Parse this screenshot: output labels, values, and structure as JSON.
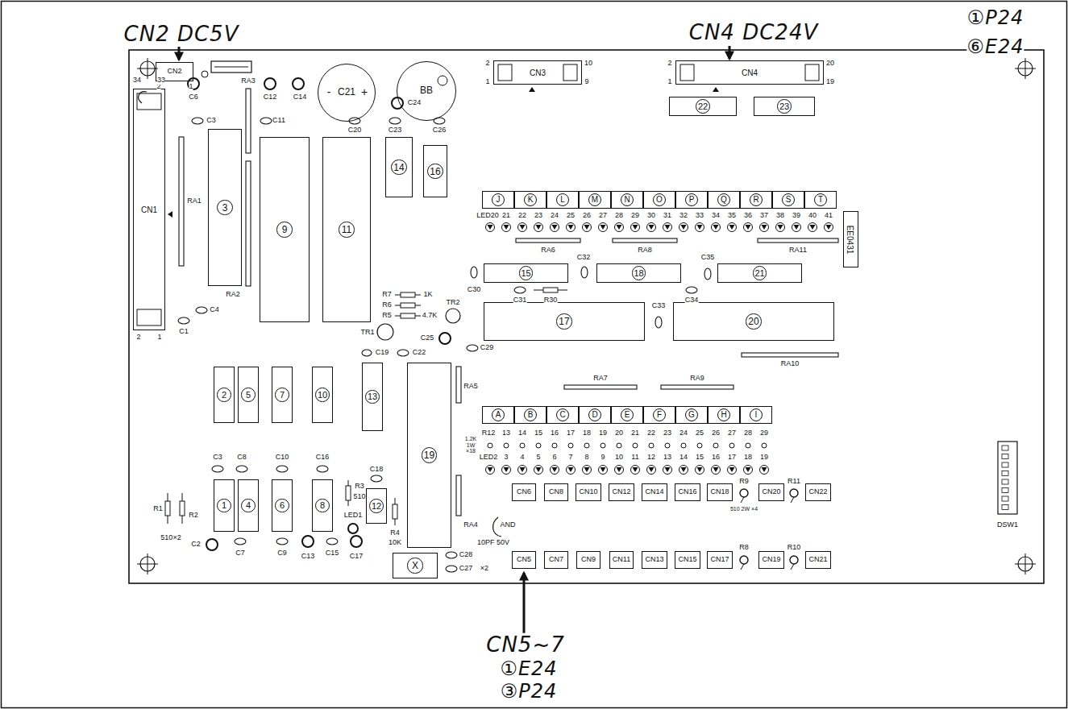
{
  "diagram": {
    "nodes": [
      {
        "text": [
          "CN2"
        ]
      },
      {
        "text": [
          "CN3"
        ]
      },
      {
        "text": [
          "CN4"
        ]
      },
      {
        "text": [
          "C21"
        ]
      },
      {
        "text": [
          "BB"
        ]
      },
      {
        "text": [
          "CN1"
        ]
      },
      {
        "text": [
          "3"
        ]
      },
      {
        "text": [
          "9"
        ]
      },
      {
        "text": [
          "11"
        ]
      },
      {
        "text": [
          "14"
        ]
      },
      {
        "text": [
          "16"
        ]
      },
      {
        "text": [
          "22"
        ]
      },
      {
        "text": [
          "23"
        ]
      },
      {
        "text": [
          "J"
        ]
      },
      {
        "text": [
          "K"
        ]
      },
      {
        "text": [
          "L"
        ]
      },
      {
        "text": [
          "M"
        ]
      },
      {
        "text": [
          "N"
        ]
      },
      {
        "text": [
          "O"
        ]
      },
      {
        "text": [
          "P"
        ]
      },
      {
        "text": [
          "Q"
        ]
      },
      {
        "text": [
          "R"
        ]
      },
      {
        "text": [
          "S"
        ]
      },
      {
        "text": [
          "T"
        ]
      },
      {
        "text": [
          "EE0431"
        ]
      },
      {
        "text": [
          "15"
        ]
      },
      {
        "text": [
          "18"
        ]
      },
      {
        "text": [
          "21"
        ]
      },
      {
        "text": [
          "17"
        ]
      },
      {
        "text": [
          "20"
        ]
      },
      {
        "text": [
          "2"
        ]
      },
      {
        "text": [
          "5"
        ]
      },
      {
        "text": [
          "7"
        ]
      },
      {
        "text": [
          "10"
        ]
      },
      {
        "text": [
          "13"
        ]
      },
      {
        "text": [
          "19"
        ]
      },
      {
        "text": [
          "1"
        ]
      },
      {
        "text": [
          "4"
        ]
      },
      {
        "text": [
          "6"
        ]
      },
      {
        "text": [
          "8"
        ]
      },
      {
        "text": [
          "12"
        ]
      },
      {
        "text": [
          "X"
        ]
      },
      {
        "text": [
          "A"
        ]
      },
      {
        "text": [
          "B"
        ]
      },
      {
        "text": [
          "C"
        ]
      },
      {
        "text": [
          "D"
        ]
      },
      {
        "text": [
          "E"
        ]
      },
      {
        "text": [
          "F"
        ]
      },
      {
        "text": [
          "G"
        ]
      },
      {
        "text": [
          "H"
        ]
      },
      {
        "text": [
          "I"
        ]
      },
      {
        "text": [
          "CN6"
        ]
      },
      {
        "text": [
          "CN8"
        ]
      },
      {
        "text": [
          "CN10"
        ]
      },
      {
        "text": [
          "CN12"
        ]
      },
      {
        "text": [
          "CN14"
        ]
      },
      {
        "text": [
          "CN16"
        ]
      },
      {
        "text": [
          "CN18"
        ]
      },
      {
        "text": [
          "CN20"
        ]
      },
      {
        "text": [
          "CN22"
        ]
      },
      {
        "text": [
          "CN5"
        ]
      },
      {
        "text": [
          "CN7"
        ]
      },
      {
        "text": [
          "CN9"
        ]
      },
      {
        "text": [
          "CN11"
        ]
      },
      {
        "text": [
          "CN13"
        ]
      },
      {
        "text": [
          "CN15"
        ]
      },
      {
        "text": [
          "CN17"
        ]
      },
      {
        "text": [
          "CN19"
        ]
      },
      {
        "text": [
          "CN21"
        ]
      }
    ],
    "labels": [
      "CN2 DC5V",
      "①P24",
      "⑥E24",
      "CN4 DC24V",
      "CN5~7",
      "①E24",
      "③P24",
      "2",
      "1",
      "2",
      "10",
      "1",
      "9",
      "2",
      "20",
      "1",
      "19",
      "34",
      "33",
      "2",
      "1",
      "-",
      "+",
      "C6",
      "C12",
      "C14",
      "C24",
      "C3",
      "C11",
      "C20",
      "C23",
      "C26",
      "RA1",
      "RA3",
      "RA2",
      "C4",
      "C1",
      "R7",
      "R6",
      "R5",
      "1K",
      "4.7K",
      "TR2",
      "TR1",
      "C19",
      "C22",
      "C25",
      "C29",
      "RA5",
      "RA4",
      "C30",
      "C31",
      "R30",
      "C32",
      "C34",
      "C35",
      "C33",
      "RA6",
      "RA8",
      "RA11",
      "RA10",
      "RA7",
      "RA9",
      "DSW1",
      "LED20",
      "21",
      "22",
      "23",
      "24",
      "25",
      "26",
      "27",
      "28",
      "29",
      "30",
      "31",
      "32",
      "33",
      "34",
      "35",
      "36",
      "37",
      "38",
      "39",
      "40",
      "41",
      "R12",
      "13",
      "14",
      "15",
      "16",
      "17",
      "18",
      "19",
      "20",
      "21",
      "22",
      "23",
      "24",
      "25",
      "26",
      "27",
      "28",
      "29",
      "LED2",
      "3",
      "4",
      "5",
      "6",
      "7",
      "8",
      "9",
      "10",
      "11",
      "12",
      "13",
      "14",
      "15",
      "16",
      "17",
      "18",
      "19",
      "1.2K 1W ×18",
      "R9",
      "R11",
      "510 2W ×4",
      "R8",
      "R10",
      "AND",
      "C28",
      "C27",
      "10PF 50V",
      "×2",
      "C3",
      "C8",
      "C10",
      "C16",
      "C18",
      "R3",
      "510",
      "LED1",
      "R4",
      "10K",
      "C2",
      "C7",
      "C9",
      "C13",
      "C15",
      "C17",
      "R1",
      "R2",
      "510×2"
    ]
  }
}
